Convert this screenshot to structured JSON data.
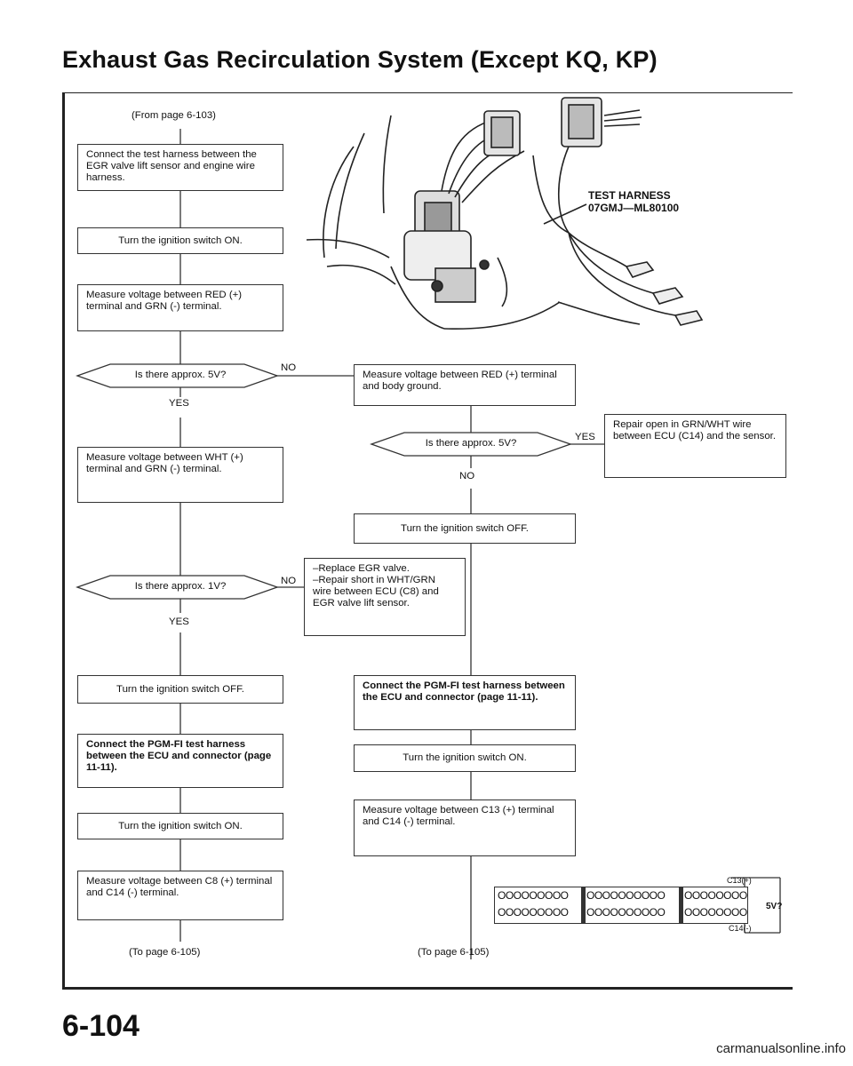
{
  "header": {
    "title": "Exhaust Gas Recirculation System (Except KQ, KP)"
  },
  "flow": {
    "from_ref": "(From page 6-103)",
    "left": {
      "b1": "Connect the test harness between the EGR valve lift sensor and engine wire harness.",
      "b2": "Turn the ignition switch ON.",
      "b3": "Measure voltage between RED (+) terminal and GRN (-) terminal.",
      "d1": "Is there approx. 5V?",
      "d1_yes": "YES",
      "d1_no": "NO",
      "b4": "Measure voltage between WHT (+) terminal and GRN (-) terminal.",
      "d2": "Is there approx. 1V?",
      "d2_yes": "YES",
      "d2_no": "NO",
      "b5": "Turn the ignition switch OFF.",
      "b6": "Connect the PGM-FI test harness between the ECU and connector (page 11-11).",
      "b7": "Turn the ignition switch ON.",
      "b8": "Measure voltage between C8 (+) terminal and C14 (-) terminal.",
      "to_ref": "(To page 6-105)"
    },
    "middle": {
      "m1": "Measure voltage between RED (+) terminal and body ground.",
      "d3": "Is there approx. 5V?",
      "d3_yes": "YES",
      "d3_no": "NO",
      "m2": "Turn the ignition switch OFF.",
      "m3_line1": "–Replace EGR valve.",
      "m3_line2": "–Repair short in WHT/GRN wire between ECU (C8) and EGR valve lift sensor.",
      "m4": "Connect the PGM-FI test harness between the ECU and connector (page 11-11).",
      "m5": "Turn the ignition switch ON.",
      "m6": "Measure voltage between C13 (+) terminal and C14 (-) terminal.",
      "to_ref": "(To page 6-105)"
    },
    "right": {
      "r1": "Repair open in GRN/WHT wire between ECU (C14) and the sensor."
    }
  },
  "illustration": {
    "tool_label": "TEST HARNESS",
    "tool_number": "07GMJ—ML80100"
  },
  "connector": {
    "row1": [
      "OOOOOOOOO",
      "OOOOOOOOOO",
      "OOOOOOOO"
    ],
    "row2": [
      "OOOOOOOOO",
      "OOOOOOOOOO",
      "OOOOOOOO"
    ],
    "pin_top": "C13(+)",
    "pin_bottom": "C14(-)",
    "meter": "5V?"
  },
  "footer": {
    "page_number": "6-104",
    "watermark": "carmanualsonline.info"
  }
}
